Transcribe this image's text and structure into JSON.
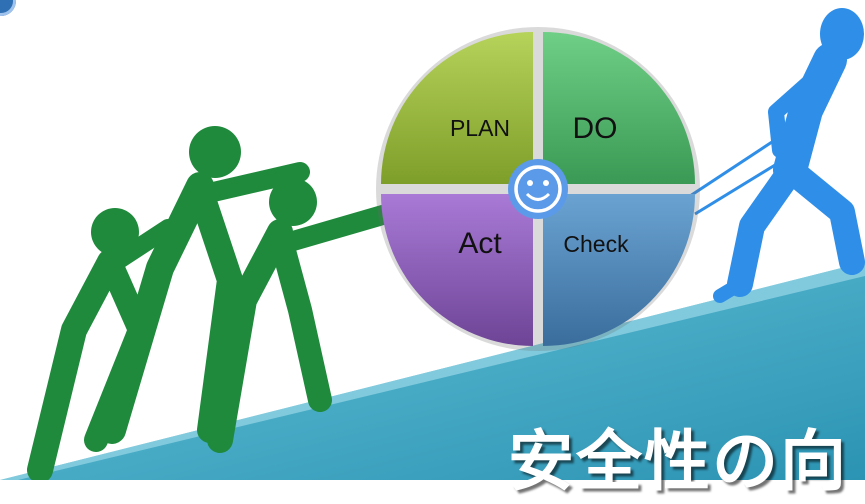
{
  "pdca": {
    "plan": "PLAN",
    "do": "DO",
    "check": "Check",
    "act": "Act",
    "center_icon": "smiley-face-icon"
  },
  "headline": "安全性の向",
  "colors": {
    "plan": "#9bbb3b",
    "do": "#4fb56a",
    "check": "#4f85b7",
    "act": "#8a58b6",
    "slope": "#3aa7c4",
    "green_figures": "#1f8a3c",
    "blue_runner": "#2f8ee8"
  },
  "icons": [
    "corner-badge-icon",
    "climbers-icon",
    "runner-icon",
    "smiley-face-icon"
  ]
}
